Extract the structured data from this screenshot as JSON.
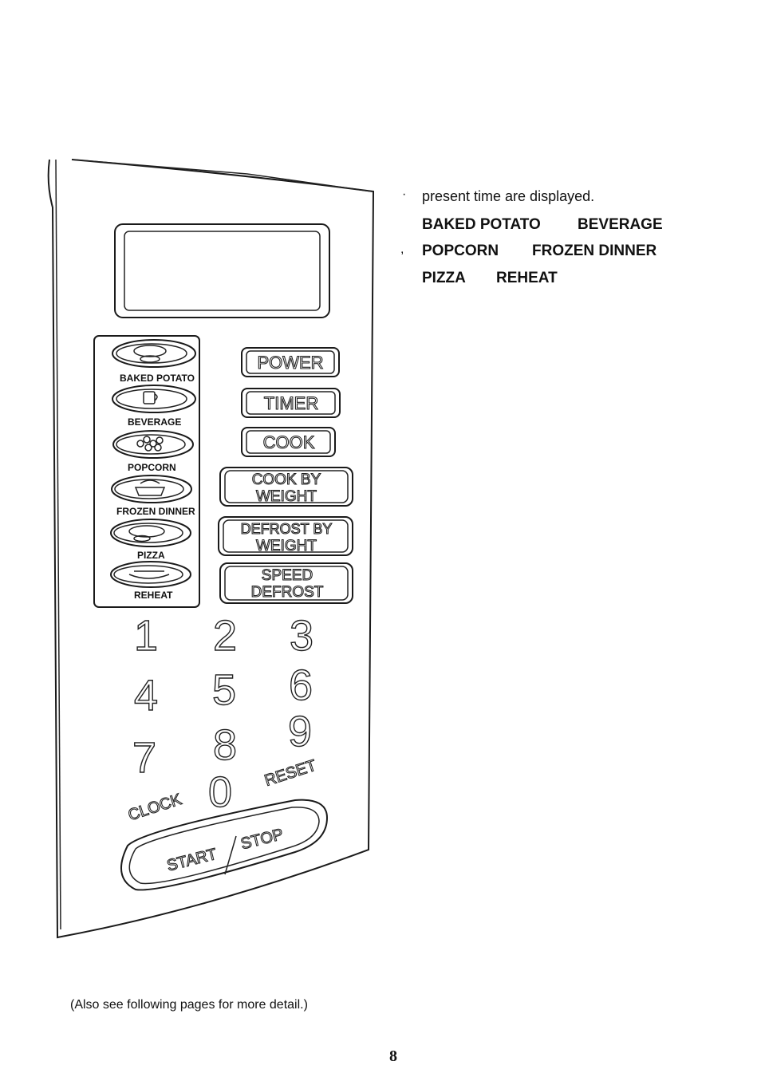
{
  "panel": {
    "mode_buttons": [
      {
        "label": "BAKED POTATO",
        "icon": "baked-potato-icon"
      },
      {
        "label": "BEVERAGE",
        "icon": "beverage-icon"
      },
      {
        "label": "POPCORN",
        "icon": "popcorn-icon"
      },
      {
        "label": "FROZEN DINNER",
        "icon": "frozen-dinner-icon"
      },
      {
        "label": "PIZZA",
        "icon": "pizza-icon"
      },
      {
        "label": "REHEAT",
        "icon": "reheat-icon"
      }
    ],
    "function_buttons": {
      "power": "POWER",
      "timer": "TIMER",
      "cook": "COOK",
      "cook_by_weight_1": "COOK BY",
      "cook_by_weight_2": "WEIGHT",
      "defrost_by_weight_1": "DEFROST BY",
      "defrost_by_weight_2": "WEIGHT",
      "speed_defrost_1": "SPEED",
      "speed_defrost_2": "DEFROST"
    },
    "digits": [
      "1",
      "2",
      "3",
      "4",
      "5",
      "6",
      "7",
      "8",
      "9",
      "0"
    ],
    "clock": "CLOCK",
    "reset": "RESET",
    "start": "START",
    "stop": "STOP"
  },
  "text": {
    "intro": "present time are displayed.",
    "row1_a": "BAKED POTATO",
    "row1_b": "BEVERAGE",
    "row2_a": "POPCORN",
    "row2_b": "FROZEN DINNER",
    "row3_a": "PIZZA",
    "row3_b": "REHEAT"
  },
  "footer": "(Also see following pages for more detail.)",
  "page_number": "8"
}
